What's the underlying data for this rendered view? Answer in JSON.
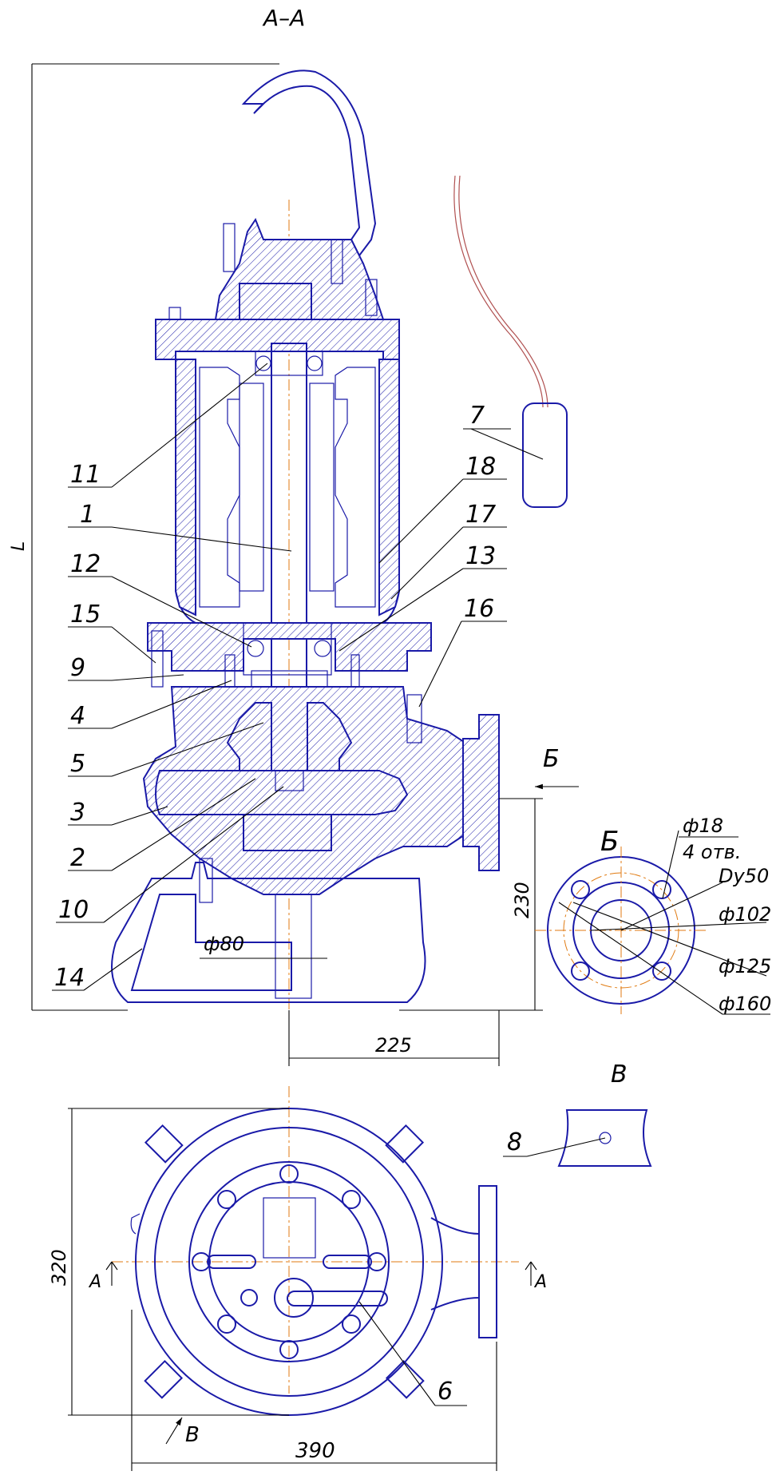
{
  "drawing": {
    "section_title": "А–А",
    "view_b_title": "Б",
    "view_v_title": "В",
    "dimensions": {
      "overall_length": "L",
      "height_230": "230",
      "width_225": "225",
      "diameter_80": "ф80",
      "height_320": "320",
      "width_390": "390",
      "hole_diameter": "ф18",
      "hole_count": "4 отв.",
      "nominal_bore": "Dу50",
      "diameter_102": "ф102",
      "diameter_125": "ф125",
      "diameter_160": "ф160"
    },
    "arrows": {
      "section_a_left": "А",
      "section_a_right": "А",
      "view_b": "Б",
      "view_v": "В"
    },
    "part_labels": [
      "11",
      "1",
      "12",
      "15",
      "9",
      "4",
      "5",
      "3",
      "2",
      "10",
      "14",
      "7",
      "18",
      "17",
      "13",
      "16",
      "8",
      "6"
    ]
  },
  "colors": {
    "outline": "#1a1aa8",
    "leader": "#000000",
    "axis": "#e07a10",
    "cable": "#b05050"
  }
}
